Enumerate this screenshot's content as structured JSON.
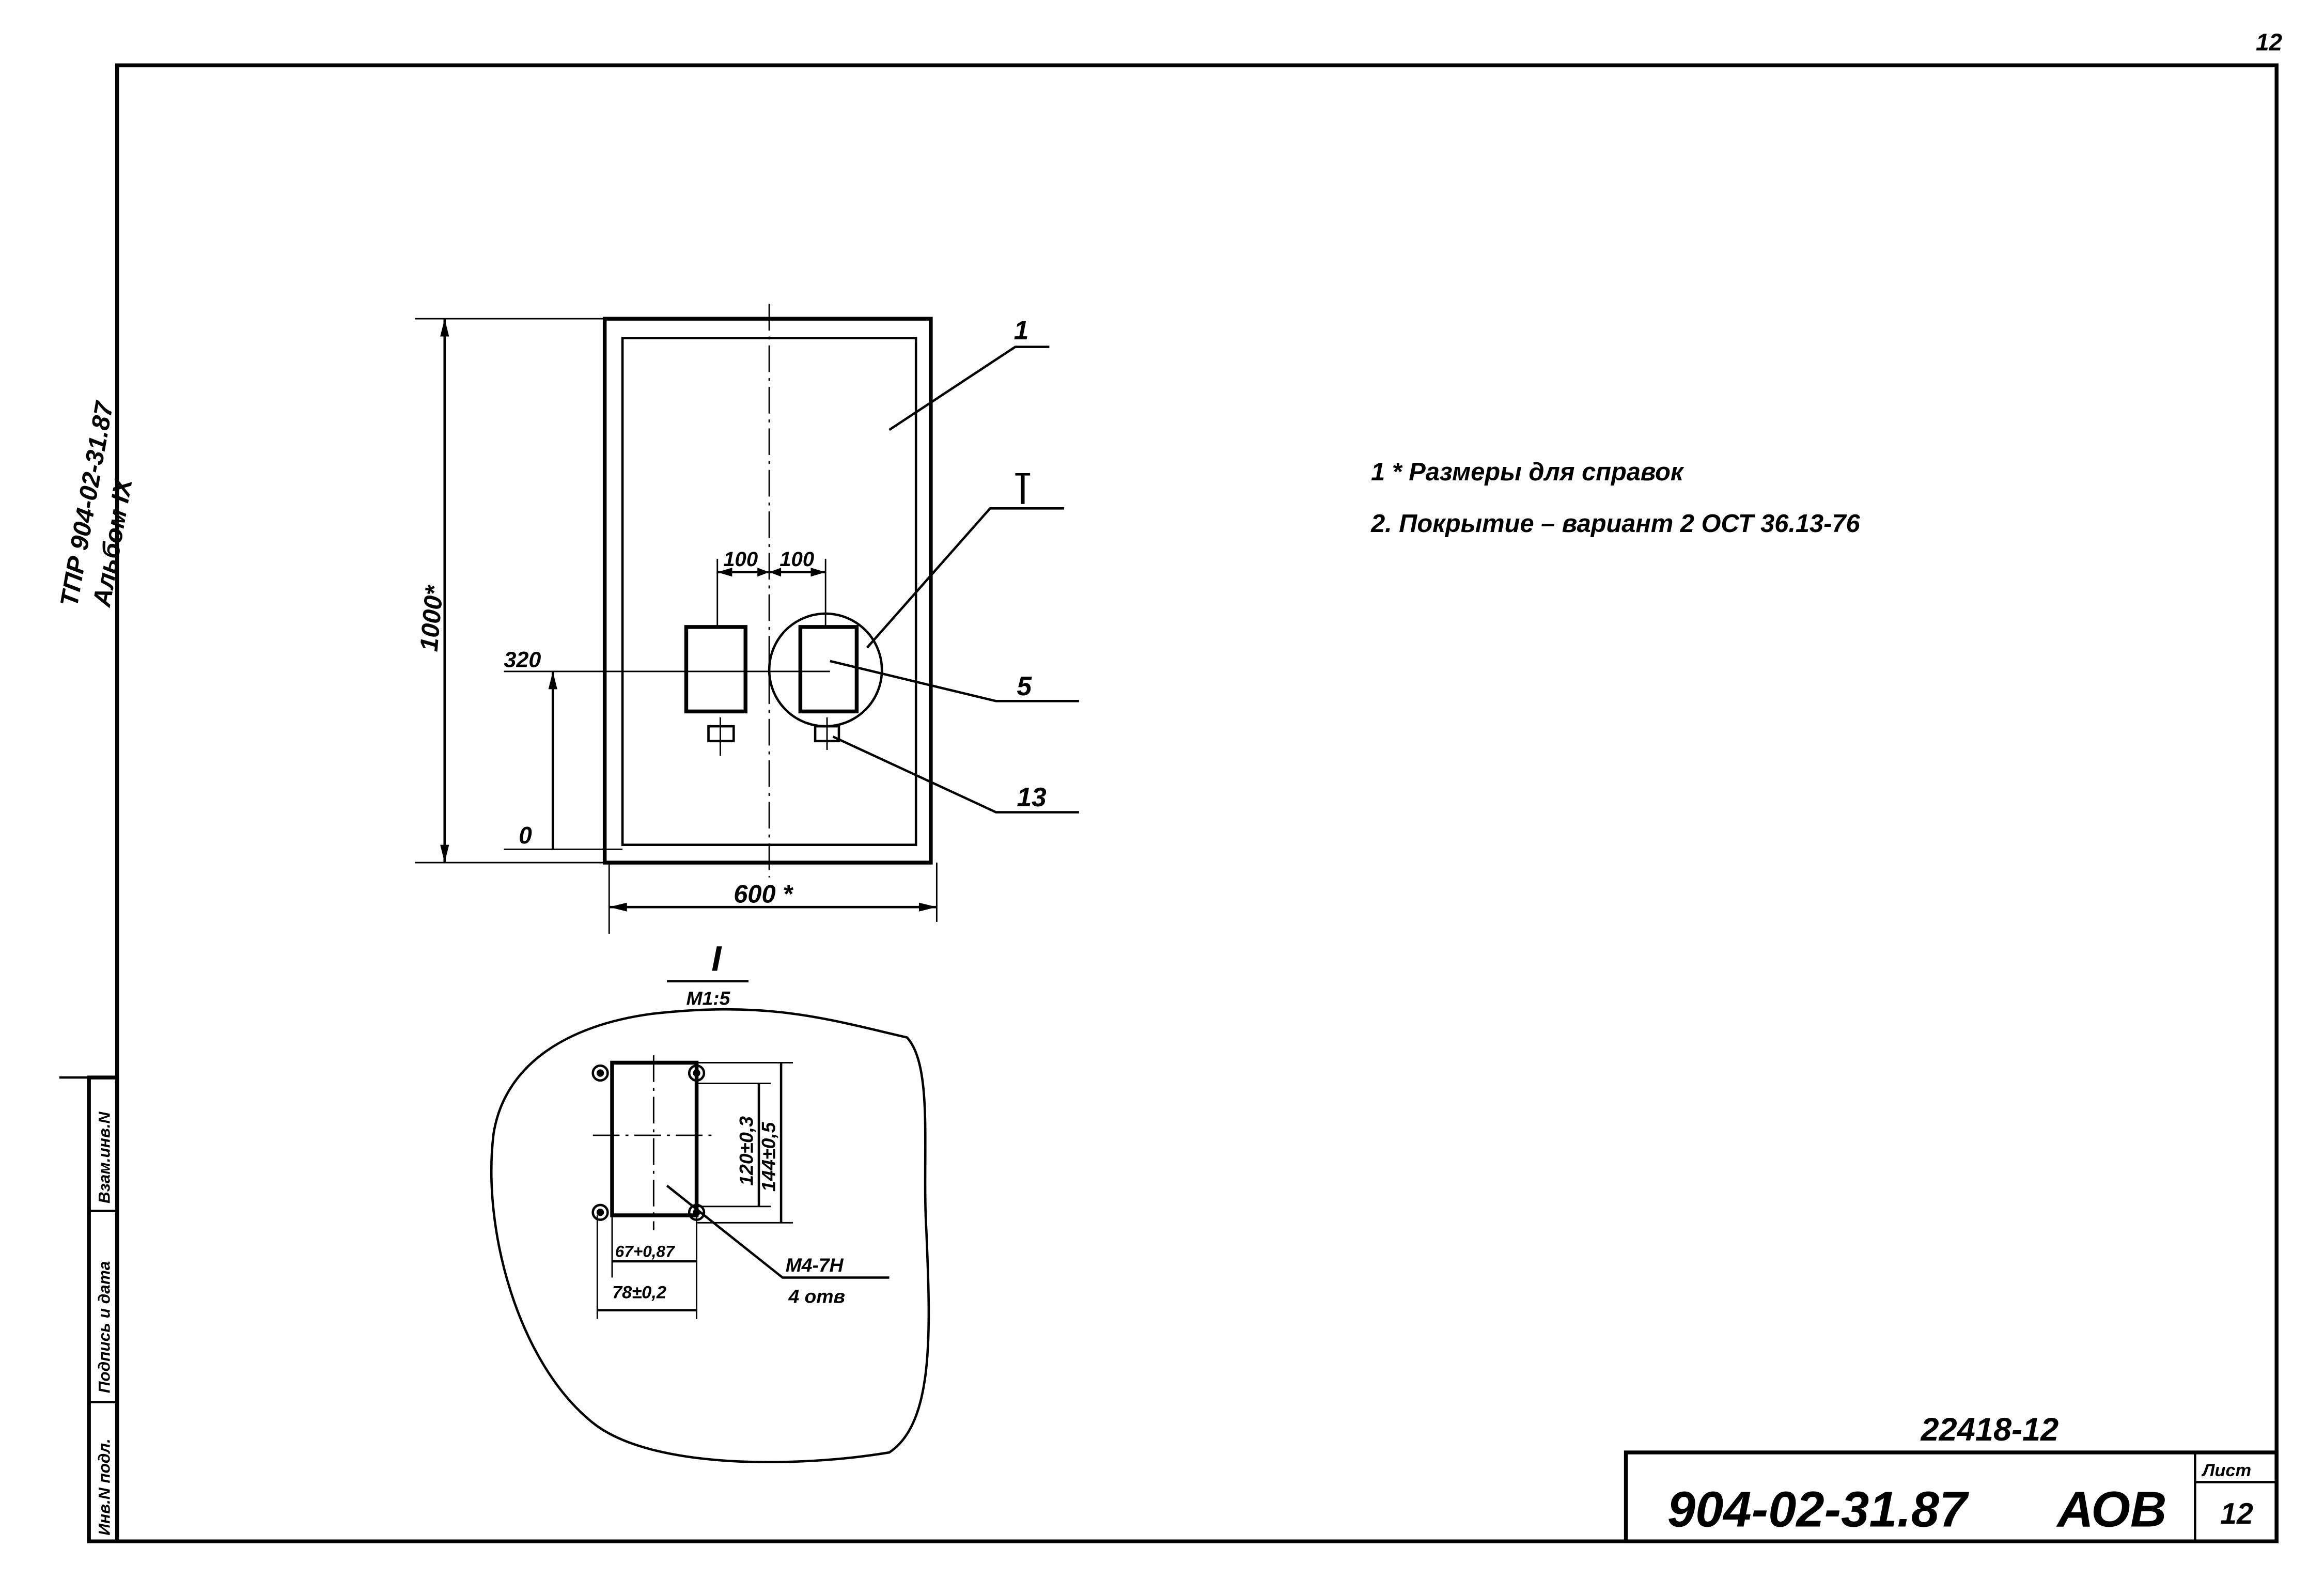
{
  "page_number": "12",
  "side_label": {
    "line1": "ТПР 904-02-31.87",
    "line2": "Альбом IX"
  },
  "stamp": {
    "cells": [
      "Инв.N подл.",
      "Подпись и дата",
      "Взам.инв.N"
    ]
  },
  "front_view": {
    "dim_height": "1000*",
    "dim_width": "600 *",
    "dim_left_offset": "100",
    "dim_right_offset": "100",
    "level_upper": "320",
    "level_lower": "0",
    "callouts": [
      "1",
      "5",
      "13"
    ],
    "section_mark": "I"
  },
  "section_view": {
    "title": "I",
    "scale": "M1:5",
    "dim_inner_height": "120±0,3",
    "dim_outer_height": "144±0,5",
    "dim_inner_width": "67+0,87",
    "dim_outer_width": "78±0,2",
    "thread": "M4-7H",
    "holes": "4 отв"
  },
  "notes": [
    "1 * Размеры для справок",
    "2. Покрытие – вариант 2  ОСТ 36.13-76"
  ],
  "title_block": {
    "order_number": "22418-12",
    "doc_code": "904-02-31.87",
    "mark": "АОВ",
    "sheet_label": "Лист",
    "sheet_number": "12"
  }
}
